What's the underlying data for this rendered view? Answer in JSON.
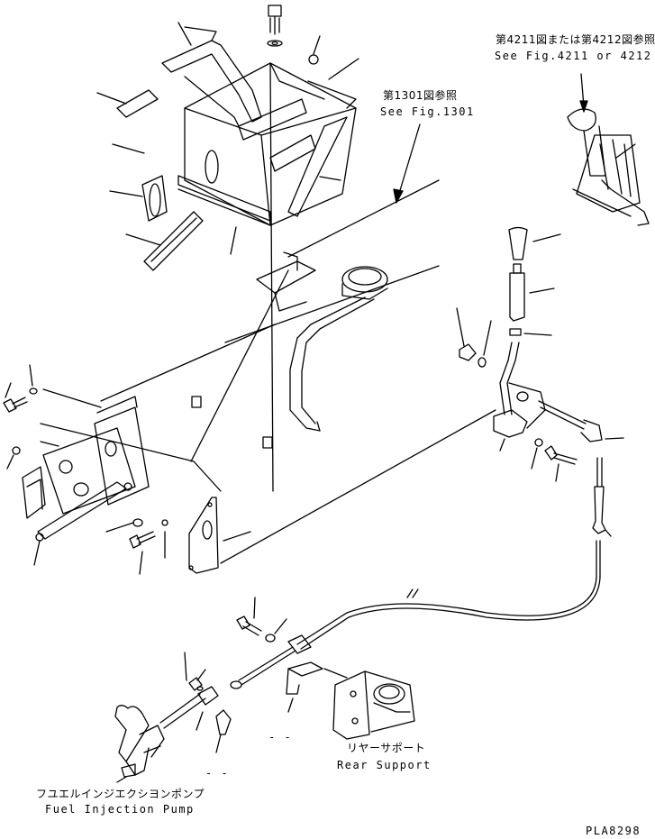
{
  "labels": {
    "ref_4211_jp": "第4211図または第4212図参照",
    "ref_4211_en": "See Fig.4211 or 4212",
    "ref_1301_jp": "第1301図参照",
    "ref_1301_en": "See Fig.1301",
    "rear_support_jp": "リヤーサポート",
    "rear_support_en": "Rear Support",
    "fuel_pump_jp": "フユエルインジエクシヨンポンプ",
    "fuel_pump_en": "Fuel Injection Pump",
    "dash_a": "- -",
    "dash_b": "- -",
    "drawing_number": "PLA8298"
  }
}
